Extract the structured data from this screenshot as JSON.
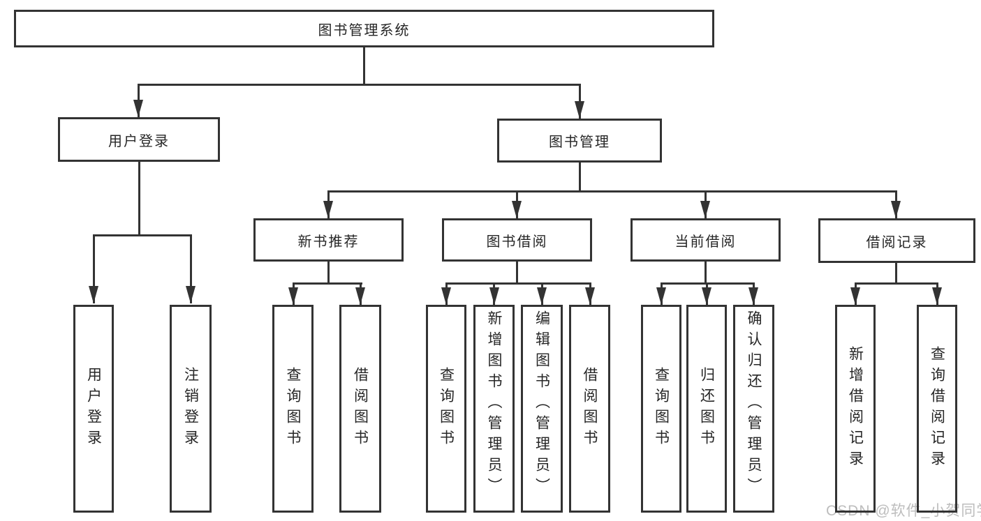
{
  "diagram_title": "图书管理系统",
  "tree": {
    "root": {
      "label": "图书管理系统",
      "children": [
        {
          "label": "用户登录",
          "children": [
            {
              "label": "用户登录"
            },
            {
              "label": "注销登录"
            }
          ]
        },
        {
          "label": "图书管理",
          "children": [
            {
              "label": "新书推荐",
              "children": [
                {
                  "label": "查询图书"
                },
                {
                  "label": "借阅图书"
                }
              ]
            },
            {
              "label": "图书借阅",
              "children": [
                {
                  "label": "查询图书"
                },
                {
                  "label": "新增图书（管理员）"
                },
                {
                  "label": "编辑图书（管理员）"
                },
                {
                  "label": "借阅图书"
                }
              ]
            },
            {
              "label": "当前借阅",
              "children": [
                {
                  "label": "查询图书"
                },
                {
                  "label": "归还图书"
                },
                {
                  "label": "确认归还（管理员）"
                }
              ]
            },
            {
              "label": "借阅记录",
              "children": [
                {
                  "label": "新增借阅记录"
                },
                {
                  "label": "查询借阅记录"
                }
              ]
            }
          ]
        }
      ]
    }
  },
  "watermark": "CSDN @软件_小贺同学",
  "colors": {
    "line": "#333333",
    "text": "#262626",
    "box_background": "#ffffff",
    "watermark": "#bdbdbd",
    "page_background": "#ffffff"
  }
}
